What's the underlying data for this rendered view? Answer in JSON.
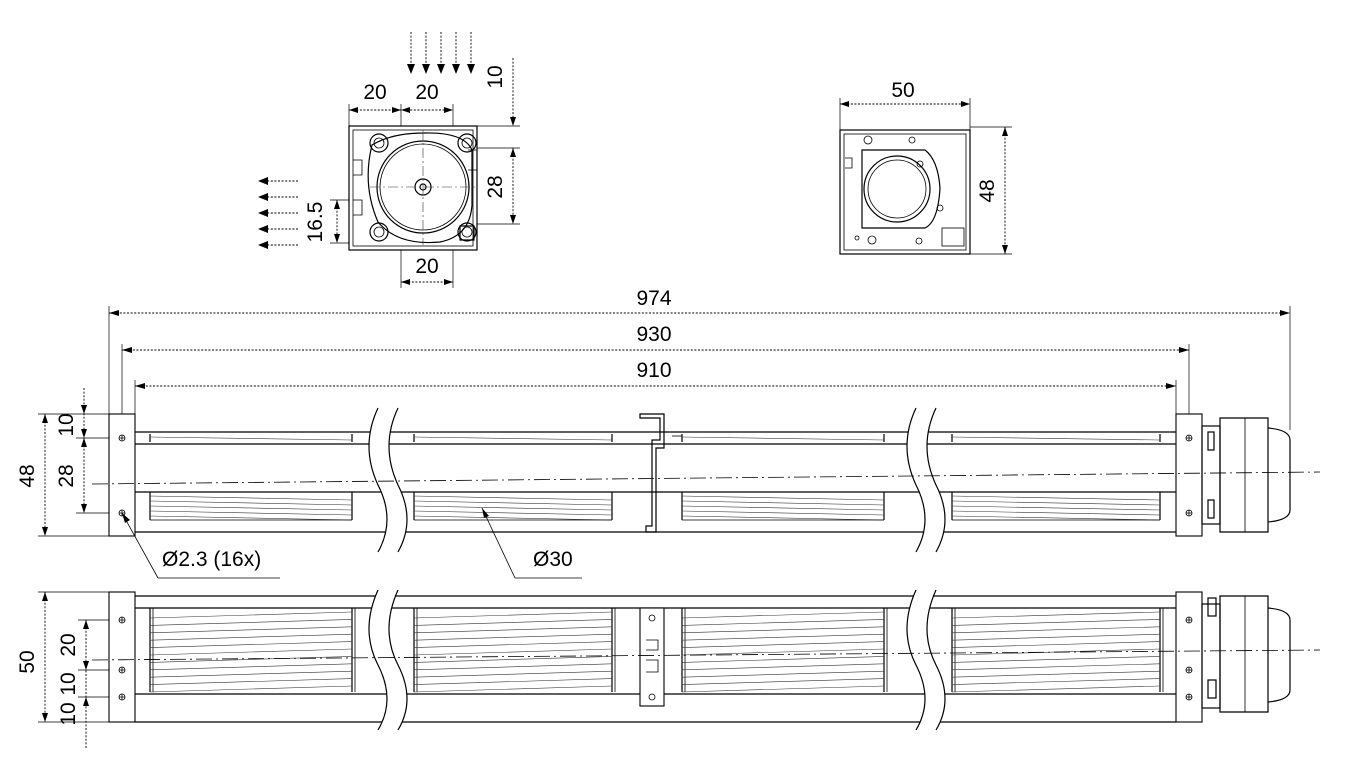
{
  "drawing": {
    "end_view": {
      "dims": {
        "d_left": "20",
        "d_mid": "20",
        "d_bottom": "20",
        "d_offset": "10",
        "d_height": "28",
        "d_side": "16.5"
      },
      "flow_in_arrows": 5,
      "flow_out_arrows": 5
    },
    "motor_view": {
      "dims": {
        "width": "50",
        "height": "48"
      }
    },
    "front_view": {
      "dims": {
        "overall_length": "974",
        "mount_length": "930",
        "impeller_length": "910",
        "height_total": "48",
        "height_inner": "28",
        "height_top": "10"
      },
      "callouts": {
        "holes": "Ø2.3 (16x)",
        "diameter": "Ø30"
      }
    },
    "top_view": {
      "dims": {
        "width": "50",
        "pitch": "20",
        "edge_a": "10",
        "edge_b": "10"
      }
    }
  }
}
